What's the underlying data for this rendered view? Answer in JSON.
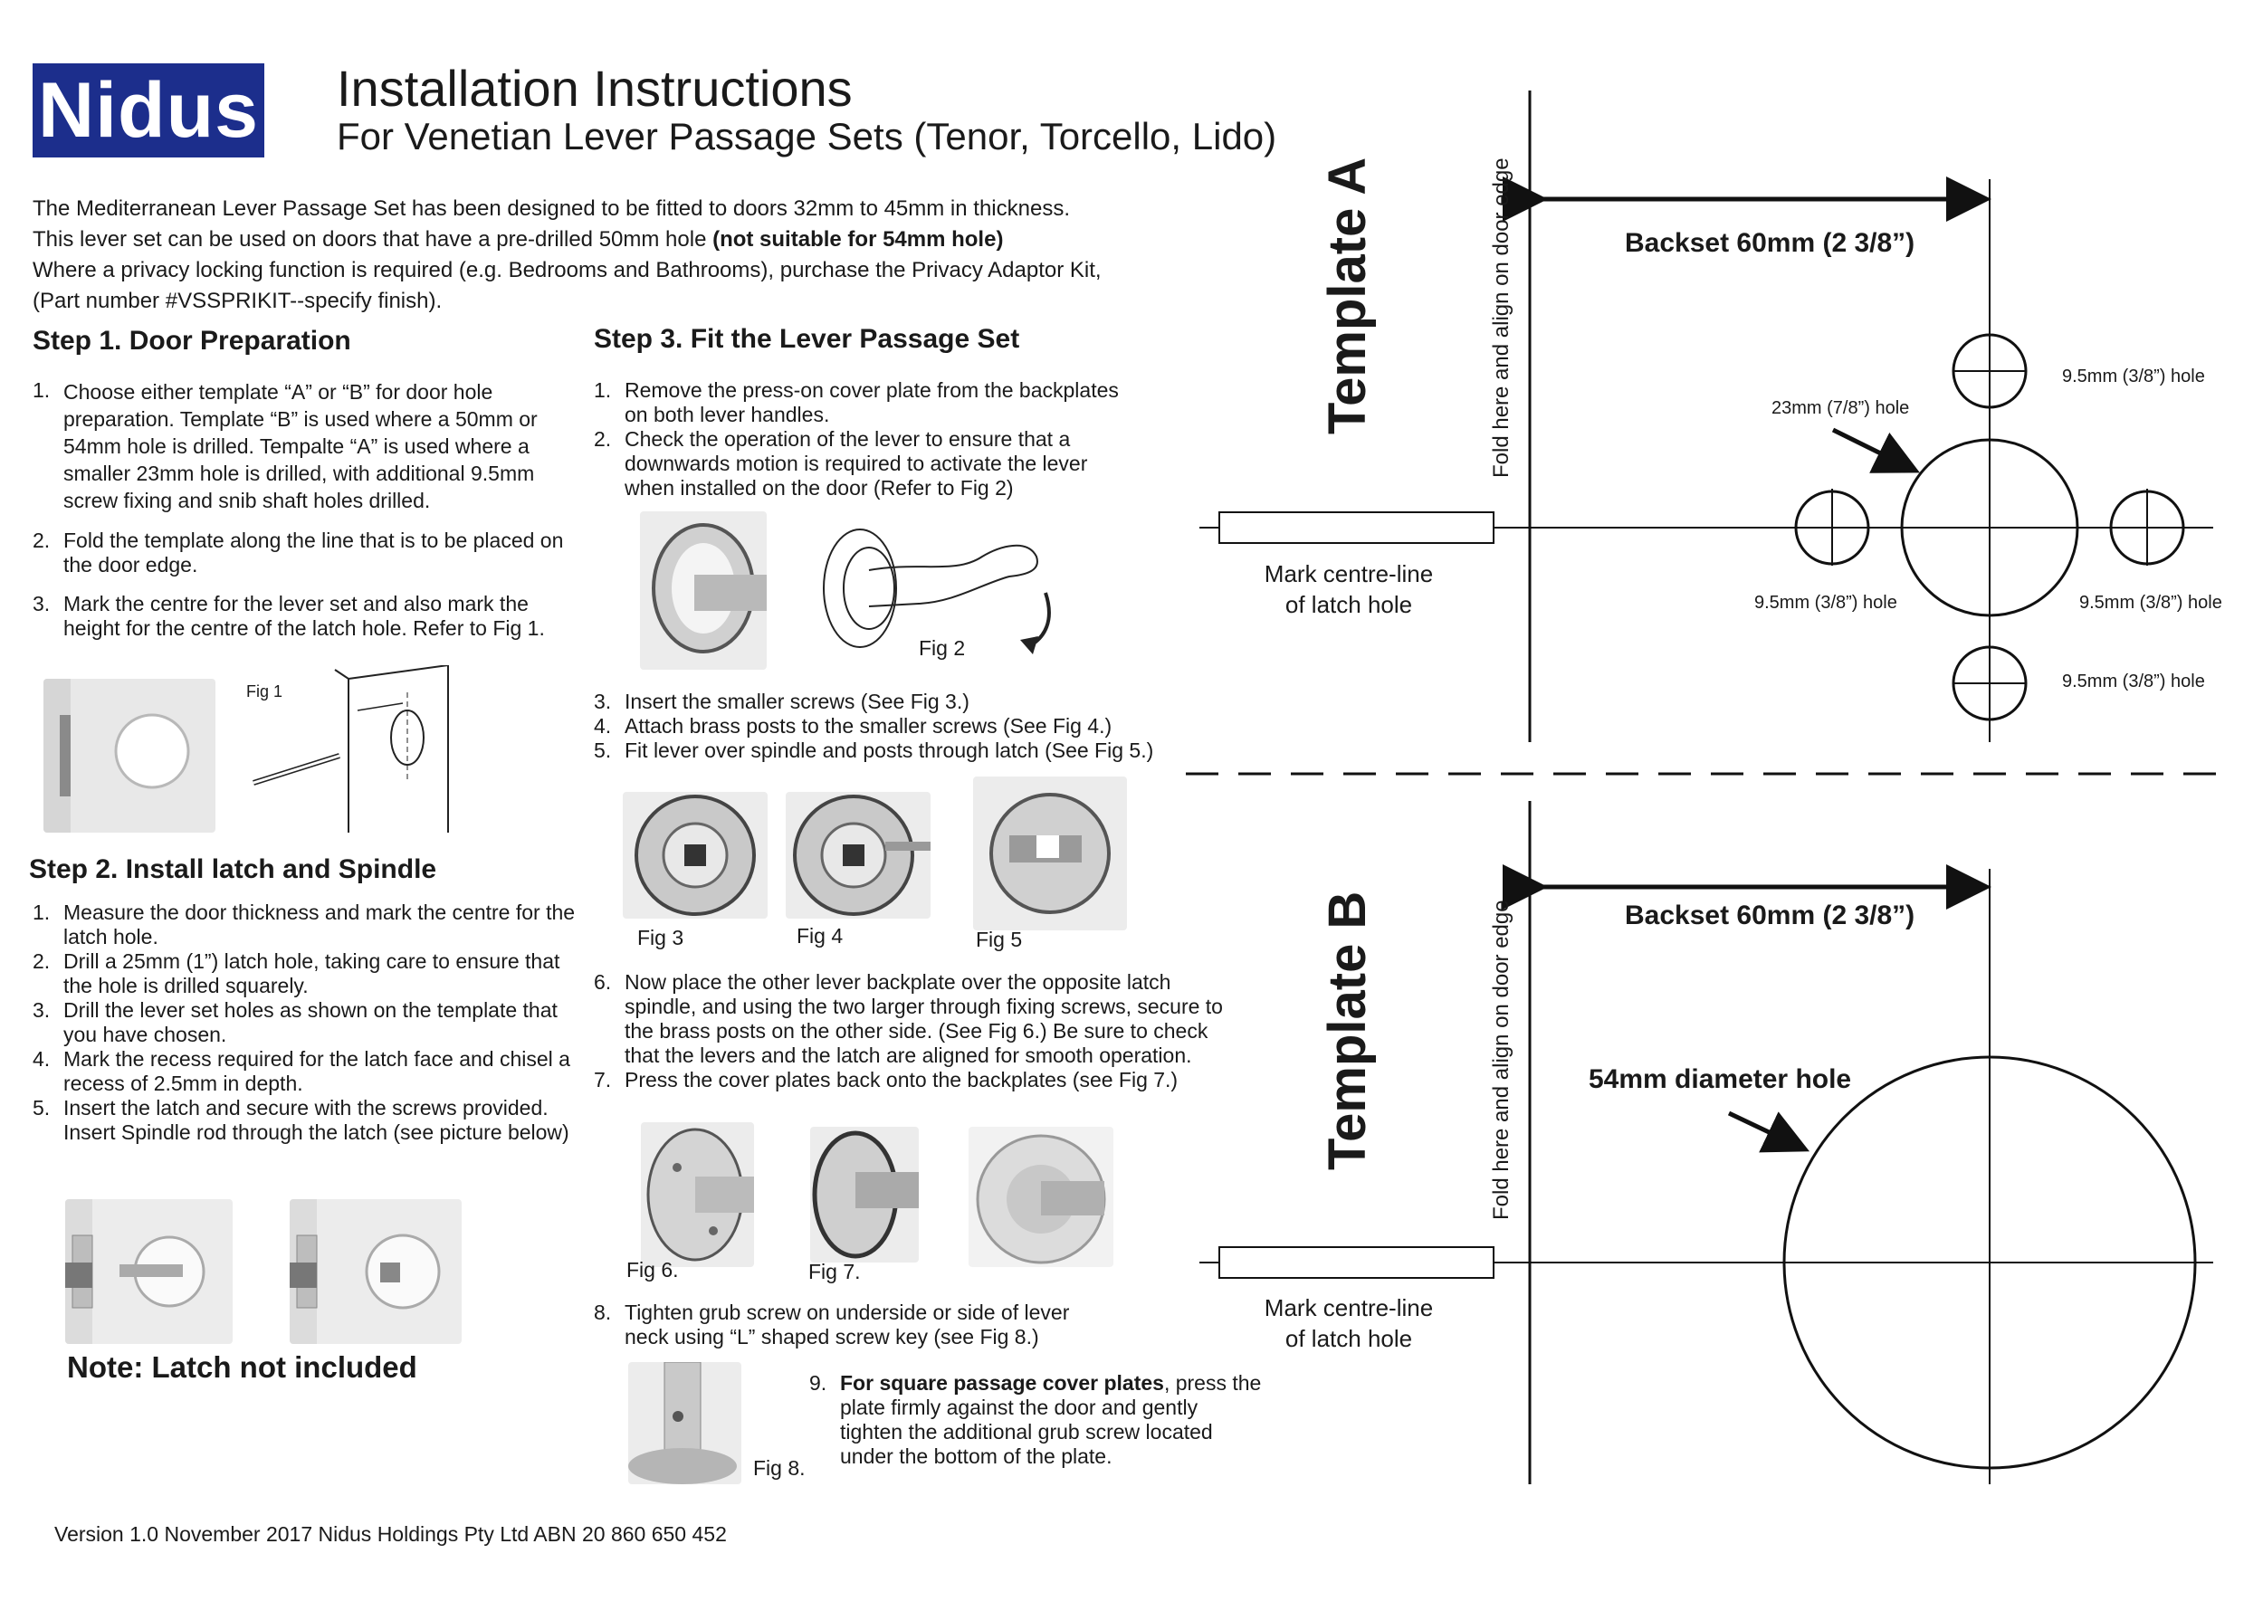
{
  "header": {
    "logo": "Nidus",
    "title": "Installation Instructions",
    "subtitle": "For Venetian Lever Passage Sets (Tenor, Torcello, Lido)"
  },
  "intro": {
    "line1": "The Mediterranean Lever Passage Set has been designed to be fitted to doors 32mm to 45mm in thickness.",
    "line2_a": "This lever set can be used on doors that have a pre-drilled 50mm hole ",
    "line2_b": "(not suitable for 54mm hole)",
    "line3": "Where a privacy locking function is required (e.g. Bedrooms and Bathrooms), purchase the Privacy Adaptor Kit,",
    "line4": "(Part number #VSSPRIKIT--specify finish)."
  },
  "step1": {
    "heading": "Step 1. Door Preparation",
    "items": [
      {
        "num": "1.",
        "text": "Choose either template “A” or “B” for door hole preparation. Template “B” is used where a 50mm or 54mm hole is drilled. Tempalte “A” is used where a smaller 23mm hole is drilled, with additional 9.5mm screw fixing and snib shaft holes drilled."
      },
      {
        "num": "2.",
        "text": "Fold the template along the line that is to be placed on the door edge."
      },
      {
        "num": "3.",
        "text": "Mark the centre for the lever set and also mark the height for the centre of the latch hole. Refer to Fig 1."
      }
    ],
    "fig_label": "Fig 1"
  },
  "step2": {
    "heading": "Step 2. Install latch and Spindle",
    "items": [
      {
        "num": "1.",
        "text": "Measure the door thickness and mark the centre for the latch hole."
      },
      {
        "num": "2.",
        "text": "Drill a 25mm (1”) latch hole, taking care to ensure that the hole is drilled squarely."
      },
      {
        "num": "3.",
        "text": "Drill the lever set holes as shown on the template that you have chosen."
      },
      {
        "num": "4.",
        "text": "Mark the recess required for the latch face and chisel a recess of 2.5mm in depth."
      },
      {
        "num": "5.",
        "text": "Insert the latch and secure with the screws provided."
      }
    ],
    "extra": "Insert Spindle rod through the latch  (see picture below)",
    "note": "Note: Latch not included"
  },
  "step3": {
    "heading": "Step 3. Fit the Lever Passage Set",
    "items_a": [
      {
        "num": "1.",
        "text": "Remove the press-on cover plate from the backplates on both lever handles."
      },
      {
        "num": "2.",
        "text": "Check the operation of the lever to ensure that a downwards motion is required to activate the lever when installed on the door (Refer to Fig 2)"
      }
    ],
    "fig2": "Fig 2",
    "items_b": [
      {
        "num": "3.",
        "text": "Insert the smaller screws (See Fig 3.)"
      },
      {
        "num": "4.",
        "text": "Attach brass posts to the smaller screws (See Fig 4.)"
      },
      {
        "num": "5.",
        "text": "Fit lever over spindle and posts through latch (See Fig 5.)"
      }
    ],
    "fig3": "Fig 3",
    "fig4": "Fig 4",
    "fig5": "Fig 5",
    "items_c": [
      {
        "num": "6.",
        "text": "Now place the other lever backplate over the opposite latch spindle, and using the two larger through fixing screws, secure to the brass posts on the other side. (See Fig 6.) Be sure to check that the levers and the latch are aligned for smooth operation."
      },
      {
        "num": "7.",
        "text": "Press the cover plates back onto the backplates (see Fig 7.)"
      }
    ],
    "fig6": "Fig 6.",
    "fig7": "Fig 7.",
    "item8": {
      "num": "8.",
      "text": "Tighten grub screw on underside or side of lever neck using “L” shaped screw key (see Fig 8.)"
    },
    "fig8": "Fig 8.",
    "item9": {
      "num": "9.",
      "bold": "For square passage cover plates",
      "text": ", press the plate firmly against the door and gently tighten the additional grub screw located under the bottom of the plate."
    }
  },
  "templateA": {
    "title": "Template A",
    "fold": "Fold here and align on door edge",
    "backset": "Backset 60mm (2 3/8”)",
    "hole_center": "23mm (7/8”) hole",
    "hole_top": "9.5mm (3/8”) hole",
    "hole_left": "9.5mm (3/8”) hole",
    "hole_right": "9.5mm (3/8”) hole",
    "hole_bottom": "9.5mm (3/8”) hole",
    "mark1": "Mark centre-line",
    "mark2": "of latch hole"
  },
  "templateB": {
    "title": "Template B",
    "fold": "Fold here and align on door edge",
    "backset": "Backset 60mm (2 3/8”)",
    "hole": "54mm diameter hole",
    "mark1": "Mark centre-line",
    "mark2": "of latch hole"
  },
  "footer": "Version 1.0 November 2017 Nidus Holdings Pty Ltd  ABN 20 860 650 452",
  "colors": {
    "brand": "#1c2e8c"
  }
}
